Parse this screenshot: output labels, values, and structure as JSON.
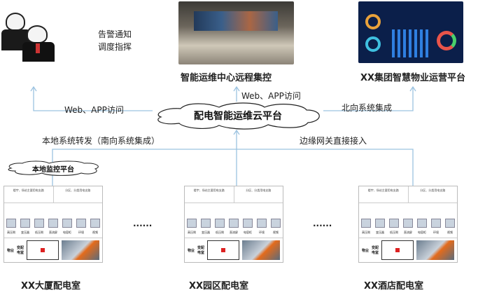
{
  "people_alert": {
    "line1": "告警通知",
    "line2": "调度指挥"
  },
  "control_center": {
    "title": "智能运维中心远程集控"
  },
  "group_platform": {
    "title": "XX集团智慧物业运营平台"
  },
  "cloud": {
    "title": "配电智能运维云平台"
  },
  "links": {
    "web_app_left": "Web、APP访问",
    "web_app_top": "Web、APP访问",
    "north": "北向系统集成",
    "south": "本地系统转发（南向系统集成）",
    "edge": "边缘网关直接接入"
  },
  "local_platform": {
    "title": "本地监控平台"
  },
  "ellipsis": "......",
  "substation_template": {
    "branch_main": "楼宇、场站主要用电支路",
    "branch_sub": "分区、分类用电支路",
    "devices": [
      "高压侧",
      "变压器",
      "低压侧",
      "直流屏",
      "电容柜",
      "环境",
      "视频"
    ],
    "owner": "物业",
    "room": "变配电室"
  },
  "substations": [
    {
      "name": "XX大厦配电室"
    },
    {
      "name": "XX园区配电室"
    },
    {
      "name": "XX酒店配电室"
    }
  ],
  "colors": {
    "line": "#9cc3e0"
  }
}
